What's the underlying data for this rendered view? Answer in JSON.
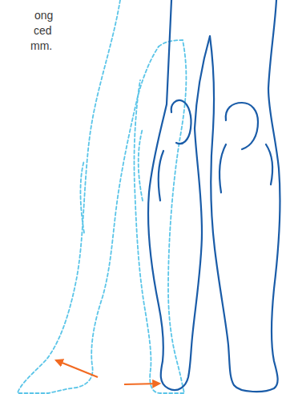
{
  "diagram": {
    "labels": [
      "ong",
      "ced",
      "mm."
    ]
  }
}
